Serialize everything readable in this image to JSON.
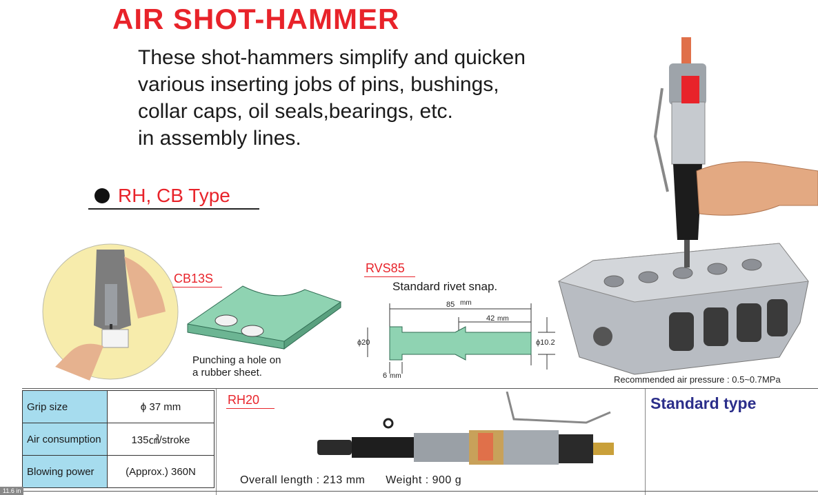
{
  "title": "AIR SHOT-HAMMER",
  "intro_lines": [
    "These shot-hammers simplify and quicken",
    "various inserting jobs of pins, bushings,",
    "collar caps, oil seals,bearings, etc.",
    "in assembly lines."
  ],
  "section_heading": "RH, CB Type",
  "cb13s": {
    "label": "CB13S",
    "caption_line1": "Punching a hole on",
    "caption_line2": "a rubber sheet."
  },
  "rvs85": {
    "label": "RVS85",
    "caption": "Standard rivet snap.",
    "dim_total": "85",
    "dim_part": "42",
    "dim_unit": "mm",
    "dia_left": "ϕ20",
    "dia_right": "ϕ10.2",
    "dim_small": "6"
  },
  "recommended_pressure": "Recommended air pressure : 0.5~0.7MPa",
  "specs": [
    {
      "label": "Grip size",
      "value": "ϕ 37 mm"
    },
    {
      "label": "Air consumption",
      "value": "135㎤/stroke"
    },
    {
      "label": "Blowing power",
      "value": "(Approx.) 360N"
    }
  ],
  "rh20": {
    "label": "RH20",
    "overall_length": "Overall length : 213 mm",
    "weight": "Weight : 900 g"
  },
  "standard_type": "Standard type",
  "zoom_badge": "11.6 in",
  "colors": {
    "title_red": "#e8232a",
    "table_blue": "#a6dcee",
    "std_type_navy": "#2b2e8a"
  }
}
